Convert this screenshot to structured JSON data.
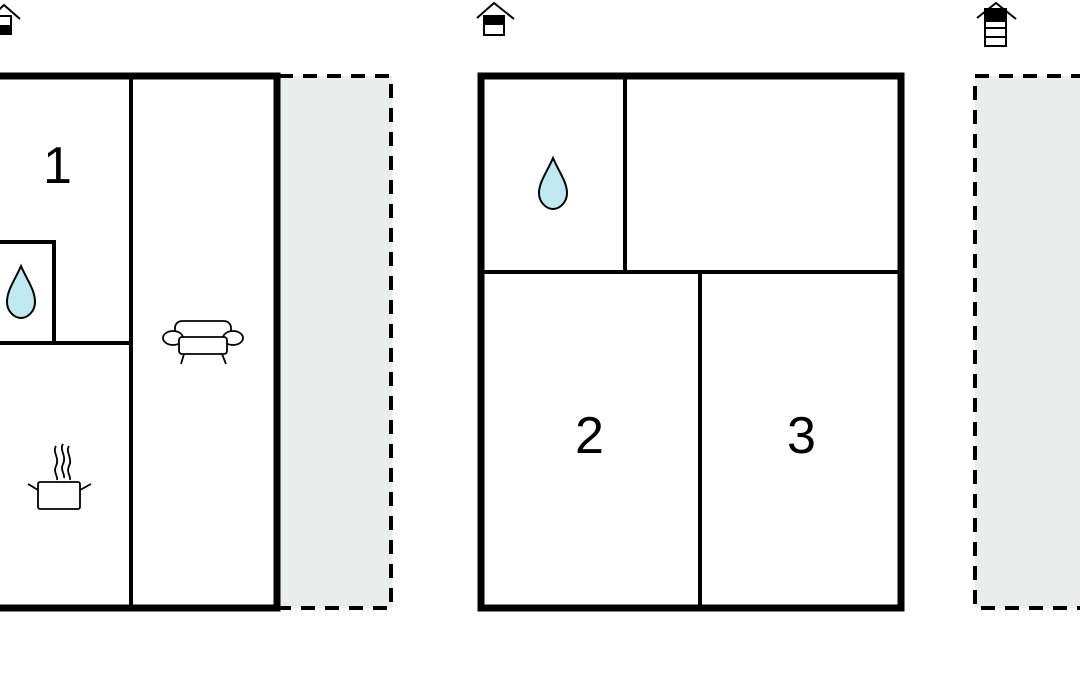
{
  "floors": [
    {
      "id": "floor-left",
      "level_icon": "house-level-ground-icon",
      "rooms": [
        {
          "number": "1"
        }
      ],
      "fixtures": [
        "water-drop-icon",
        "sofa-icon",
        "cooking-pot-icon"
      ],
      "outdoor_area": "dashed-terrace"
    },
    {
      "id": "floor-middle",
      "level_icon": "house-level-upper-icon",
      "rooms": [
        {
          "number": "2"
        },
        {
          "number": "3"
        }
      ],
      "fixtures": [
        "water-drop-icon"
      ]
    },
    {
      "id": "floor-right",
      "level_icon": "house-level-loft-icon",
      "outdoor_area": "dashed-terrace"
    }
  ],
  "colors": {
    "wall": "#000000",
    "terrace_fill": "#e9eeed",
    "water": "#bfe8f0",
    "background": "#ffffff"
  }
}
